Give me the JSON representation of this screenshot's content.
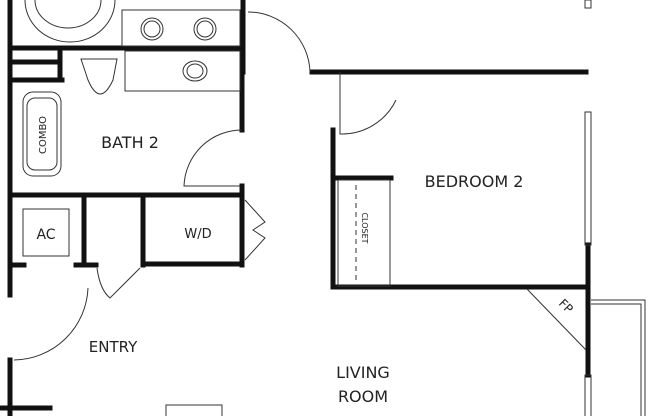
{
  "rooms": {
    "bath": "BATH 2",
    "bedroom": "BEDROOM 2",
    "living_line1": "LIVING",
    "living_line2": "ROOM",
    "entry": "ENTRY",
    "ac": "AC",
    "laundry": "W/D",
    "closet": "CLOSET",
    "tub": "COMBO",
    "fireplace": "FP"
  },
  "colors": {
    "wall": "#111111",
    "fixture": "#333333"
  }
}
